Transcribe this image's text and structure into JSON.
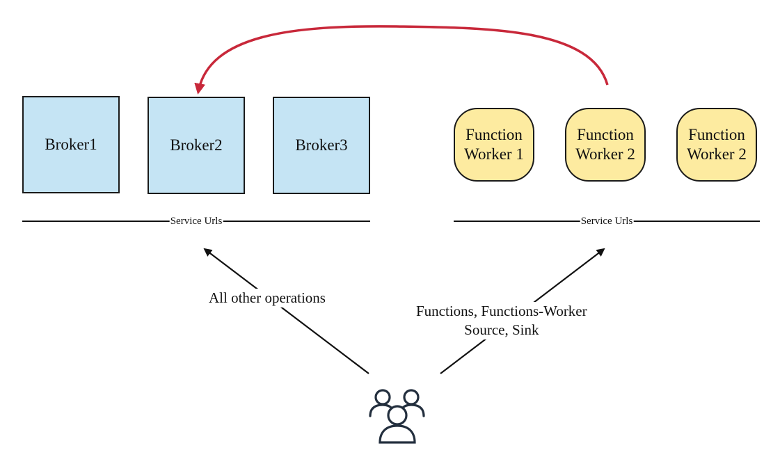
{
  "brokers": [
    {
      "label": "Broker1"
    },
    {
      "label": "Broker2"
    },
    {
      "label": "Broker3"
    }
  ],
  "workers": [
    {
      "line1": "Function",
      "line2": "Worker 1"
    },
    {
      "line1": "Function",
      "line2": "Worker 2"
    },
    {
      "line1": "Function",
      "line2": "Worker 2"
    }
  ],
  "broker_bus": {
    "label": "Service Urls"
  },
  "worker_bus": {
    "label": "Service Urls"
  },
  "edges": {
    "other_ops": "All other operations",
    "functions_line1": "Functions, Functions-Worker",
    "functions_line2": "Source, Sink"
  },
  "icons": {
    "users": "users-group-icon"
  },
  "colors": {
    "broker_fill": "#c5e4f4",
    "worker_fill": "#fdeba0",
    "redirect_arrow": "#c8283a",
    "edge": "#111111",
    "icon": "#232f3e"
  }
}
